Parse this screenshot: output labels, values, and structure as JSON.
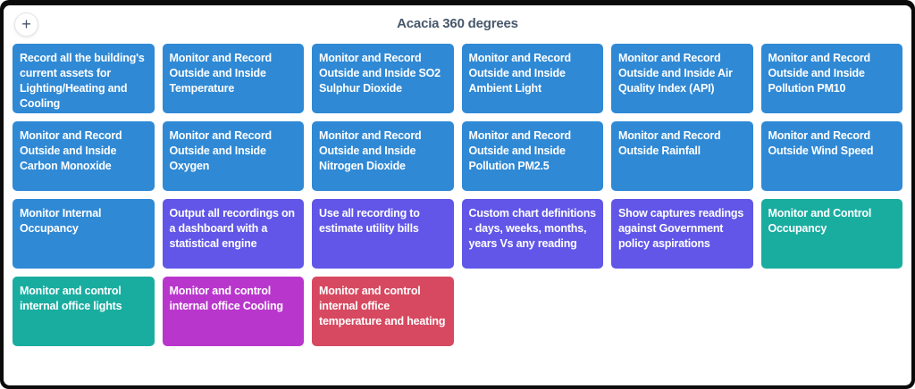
{
  "header": {
    "title": "Acacia 360 degrees",
    "add_button_label": "+"
  },
  "colors": {
    "blue": "#2f89d5",
    "purple": "#6156e8",
    "teal": "#19ada0",
    "magenta": "#b936cd",
    "red": "#d64960",
    "frame": "#0b0b0b",
    "title_text": "#47586b",
    "card_text": "#ffffff"
  },
  "cards": [
    {
      "label": "Record all the building's current assets for Lighting/Heating and Cooling",
      "color": "blue"
    },
    {
      "label": "Monitor and Record Outside and Inside Temperature",
      "color": "blue"
    },
    {
      "label": "Monitor and Record Outside and Inside  SO2 Sulphur Dioxide",
      "color": "blue"
    },
    {
      "label": "Monitor and Record Outside and Inside Ambient Light",
      "color": "blue"
    },
    {
      "label": "Monitor and Record Outside and Inside Air Quality Index (API)",
      "color": "blue"
    },
    {
      "label": "Monitor and Record Outside  and Inside Pollution PM10",
      "color": "blue"
    },
    {
      "label": "Monitor and Record Outside and Inside Carbon Monoxide",
      "color": "blue"
    },
    {
      "label": "Monitor and Record Outside  and Inside Oxygen",
      "color": "blue"
    },
    {
      "label": "Monitor and Record Outside and Inside Nitrogen Dioxide",
      "color": "blue"
    },
    {
      "label": "Monitor and Record Outside and Inside Pollution PM2.5",
      "color": "blue"
    },
    {
      "label": "Monitor and Record Outside Rainfall",
      "color": "blue"
    },
    {
      "label": "Monitor and Record Outside Wind Speed",
      "color": "blue"
    },
    {
      "label": "Monitor Internal Occupancy",
      "color": "blue"
    },
    {
      "label": "Output all recordings on a dashboard with a statistical engine",
      "color": "purple"
    },
    {
      "label": "Use all recording to estimate utility bills",
      "color": "purple"
    },
    {
      "label": "Custom chart definitions - days, weeks, months, years Vs any reading",
      "color": "purple"
    },
    {
      "label": "Show captures readings against Government policy aspirations",
      "color": "purple"
    },
    {
      "label": "Monitor and Control Occupancy",
      "color": "teal"
    },
    {
      "label": "Monitor and control internal office lights",
      "color": "teal"
    },
    {
      "label": "Monitor and control internal office Cooling",
      "color": "magenta"
    },
    {
      "label": "Monitor and control internal office temperature and heating",
      "color": "red"
    }
  ]
}
